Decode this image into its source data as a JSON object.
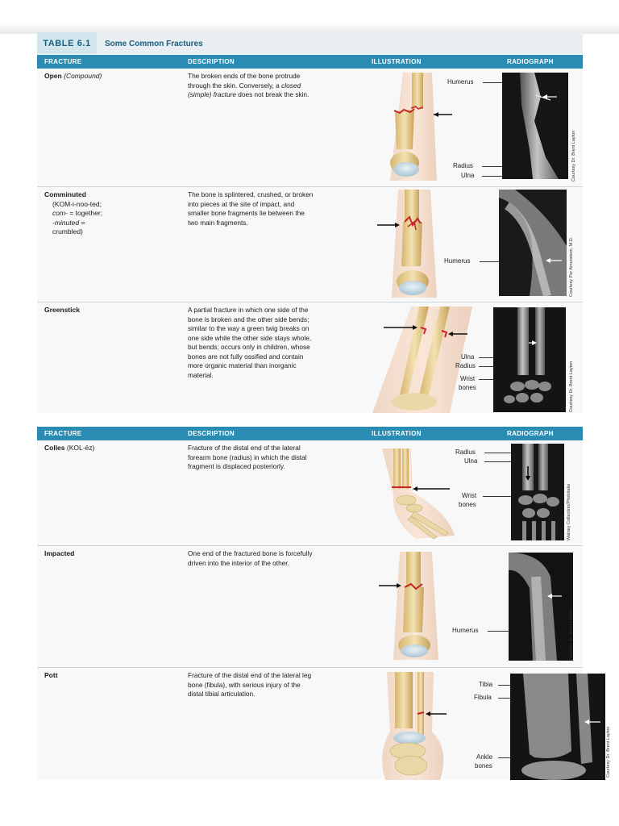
{
  "table": {
    "number": "TABLE 6.1",
    "title": "Some Common Fractures"
  },
  "columns": {
    "fracture": "FRACTURE",
    "description": "DESCRIPTION",
    "illustration": "ILLUSTRATION",
    "radiograph": "RADIOGRAPH"
  },
  "rows": [
    {
      "name": "Open",
      "name_paren": "(Compound)",
      "desc_1": "The broken ends of the bone protrude through the skin. Conversely, a ",
      "desc_italic": "closed (simple) fracture",
      "desc_2": " does not break the skin.",
      "labels": [
        "Humerus",
        "Radius",
        "Ulna"
      ],
      "credit": "Courtesy Dr. Brent Layton"
    },
    {
      "name": "Comminuted",
      "pron": "(KOM-i-noo-ted;",
      "etym_1_it": "com-",
      "etym_1": " = together;",
      "etym_2_it": "-minuted",
      "etym_2": " =",
      "etym_3": "crumbled)",
      "desc": "The bone is splintered, crushed, or broken into pieces at the site of impact, and smaller bone fragments lie between the two main fragments.",
      "labels": [
        "Humerus"
      ],
      "credit": "Courtesy Per Amundson, M.D."
    },
    {
      "name": "Greenstick",
      "desc": "A partial fracture in which one side of the bone is broken and the other side bends; similar to the way a green twig breaks on one side while the other side stays whole, but bends; occurs only in children, whose bones are not fully ossified and contain more organic material than inorganic material.",
      "labels": [
        "Ulna",
        "Radius",
        "Wrist",
        "bones"
      ],
      "credit": "Courtesy Dr. Brent Layton"
    },
    {
      "name": "Colles",
      "pron": "(KOL-ēz)",
      "desc": "Fracture of the distal end of the lateral forearm bone (radius) in which the distal fragment is displaced posteriorly.",
      "labels": [
        "Radius",
        "Ulna",
        "Wrist",
        "bones"
      ],
      "credit": "Watney Collection/Phototake"
    },
    {
      "name": "Impacted",
      "desc": "One end of the fractured bone is forcefully driven into the interior of the other.",
      "labels": [
        "Humerus"
      ],
      "credit": "Courtesy Dr. Brent Layton"
    },
    {
      "name": "Pott",
      "desc": "Fracture of the distal end of the lateral leg bone (fibula), with serious injury of the distal tibial articulation.",
      "labels": [
        "Tibia",
        "Fibula",
        "Ankle",
        "bones"
      ],
      "credit": "Courtesy Dr. Brent Layton"
    }
  ],
  "colors": {
    "header": "#2a8cb2",
    "title": "#17607e",
    "fracture_mark": "#c8242b"
  }
}
